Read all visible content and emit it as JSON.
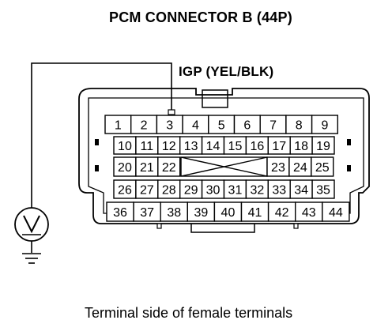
{
  "title": "PCM CONNECTOR B (44P)",
  "probe_label": "IGP (YEL/BLK)",
  "caption": "Terminal side of female terminals",
  "colors": {
    "line": "#000000",
    "background": "#ffffff"
  },
  "icons": {
    "meter": "voltmeter-icon",
    "ground": "ground-icon"
  },
  "connector": {
    "terminal_count": 44,
    "probed_terminal": "3",
    "rows": [
      [
        "1",
        "2",
        "3",
        "4",
        "5",
        "6",
        "7",
        "8",
        "9"
      ],
      [
        "10",
        "11",
        "12",
        "13",
        "14",
        "15",
        "16",
        "17",
        "18",
        "19"
      ],
      [
        "20",
        "21",
        "22",
        "23",
        "24",
        "25"
      ],
      [
        "26",
        "27",
        "28",
        "29",
        "30",
        "31",
        "32",
        "33",
        "34",
        "35"
      ],
      [
        "36",
        "37",
        "38",
        "39",
        "40",
        "41",
        "42",
        "43",
        "44"
      ]
    ]
  }
}
